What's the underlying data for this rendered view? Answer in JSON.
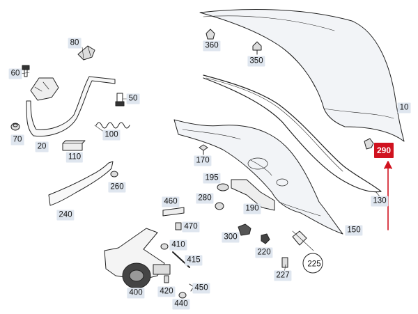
{
  "labels": {
    "p10": "10",
    "p20": "20",
    "p50": "50",
    "p60": "60",
    "p70": "70",
    "p80": "80",
    "p100": "100",
    "p110": "110",
    "p130": "130",
    "p150": "150",
    "p170": "170",
    "p190": "190",
    "p195": "195",
    "p220": "220",
    "p225": "225",
    "p227": "227",
    "p240": "240",
    "p260": "260",
    "p280": "280",
    "p290": "290",
    "p300": "300",
    "p350": "350",
    "p360": "360",
    "p400": "400",
    "p410": "410",
    "p415": "415",
    "p420": "420",
    "p440": "440",
    "p450": "450",
    "p460": "460",
    "p470": "470"
  },
  "colors": {
    "highlight": "#d0121f",
    "label_bg": "#dfe6ef",
    "line": "#222222"
  }
}
